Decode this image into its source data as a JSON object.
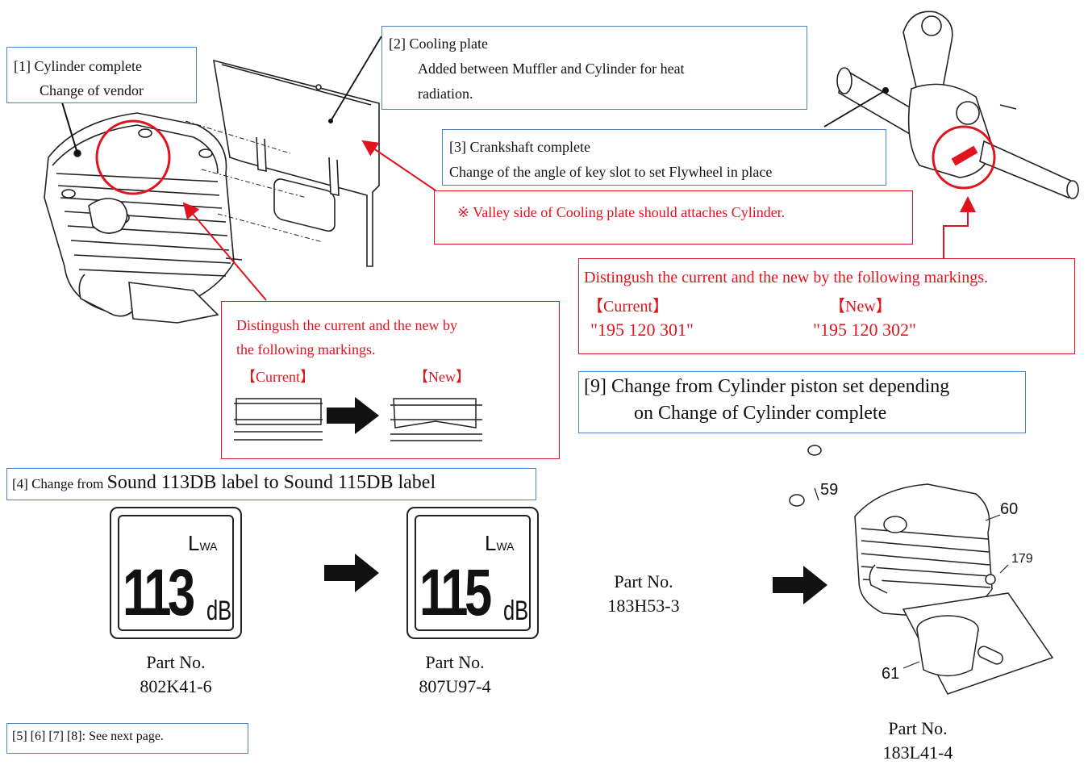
{
  "box1": {
    "line1": "[1] Cylinder complete",
    "line2": "Change of vendor"
  },
  "box2": {
    "line1": "[2] Cooling plate",
    "line2": "Added between Muffler and Cylinder for heat",
    "line3": "radiation."
  },
  "box3": {
    "line1": "[3] Crankshaft complete",
    "line2": "Change of the angle of key slot to set Flywheel in place"
  },
  "note_cooling": "※ Valley side of Cooling plate should attaches Cylinder.",
  "crank_markings": {
    "heading": "Distingush the current and the new by the following markings.",
    "current_label": "【Current】",
    "new_label": "【New】",
    "current_value": "\"195 120 301\"",
    "new_value": "\"195 120 302\""
  },
  "cyl_markings": {
    "line1": "Distingush the current and the new by",
    "line2": "the following markings.",
    "current_label": "【Current】",
    "new_label": "【New】"
  },
  "box9": {
    "line1": "[9] Change from Cylinder piston set depending",
    "line2": "on Change of Cylinder complete"
  },
  "box4": {
    "prefix": "[4] Change from ",
    "text": "Sound 113DB label to Sound 115DB label"
  },
  "label_old": {
    "lwa": "L",
    "lwa_sub": "WA",
    "value": "113",
    "unit": "dB",
    "part_title": "Part No.",
    "part_no": "802K41-6"
  },
  "label_new": {
    "lwa": "L",
    "lwa_sub": "WA",
    "value": "115",
    "unit": "dB",
    "part_title": "Part No.",
    "part_no": "807U97-4"
  },
  "piston_old": {
    "part_title": "Part No.",
    "part_no": "183H53-3"
  },
  "piston_new": {
    "part_title": "Part No.",
    "part_no": "183L41-4",
    "callouts": [
      "59",
      "60",
      "179",
      "61"
    ]
  },
  "footer_note": "[5] [6] [7] [8]: See next page.",
  "colors": {
    "accent_blue": "#4a86c5",
    "accent_red": "#e0141e"
  }
}
